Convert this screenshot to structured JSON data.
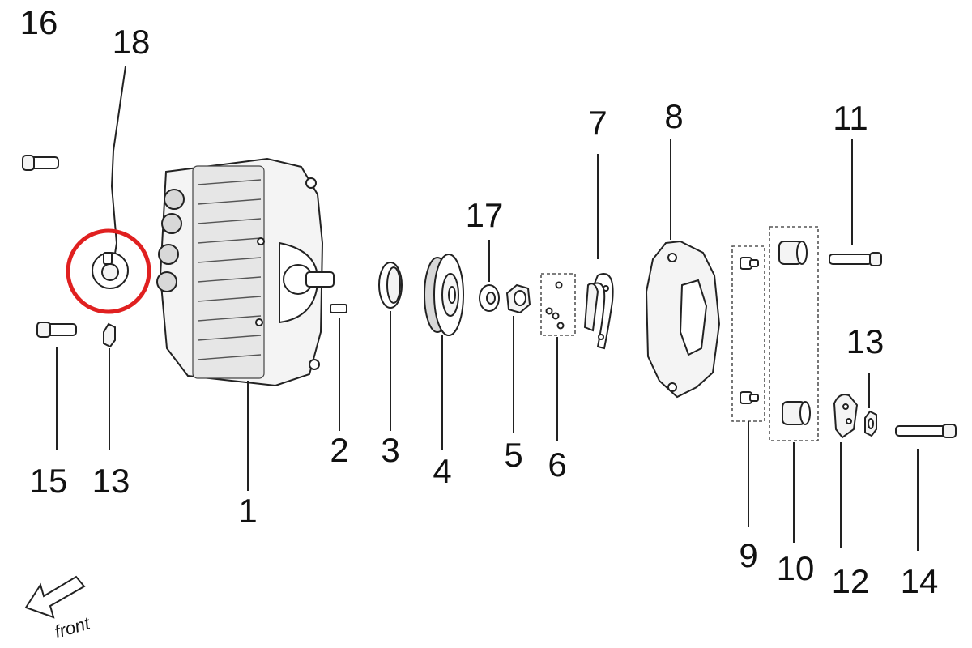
{
  "callouts": {
    "p1": "1",
    "p2": "2",
    "p3": "3",
    "p4": "4",
    "p5": "5",
    "p6": "6",
    "p7": "7",
    "p8": "8",
    "p9": "9",
    "p10": "10",
    "p11": "11",
    "p12": "12",
    "p13a": "13",
    "p13b": "13",
    "p14": "14",
    "p15": "15",
    "p16": "16",
    "p17": "17",
    "p18": "18"
  },
  "direction_label": "front",
  "highlight": {
    "target_part": "18",
    "color": "#e02020"
  }
}
